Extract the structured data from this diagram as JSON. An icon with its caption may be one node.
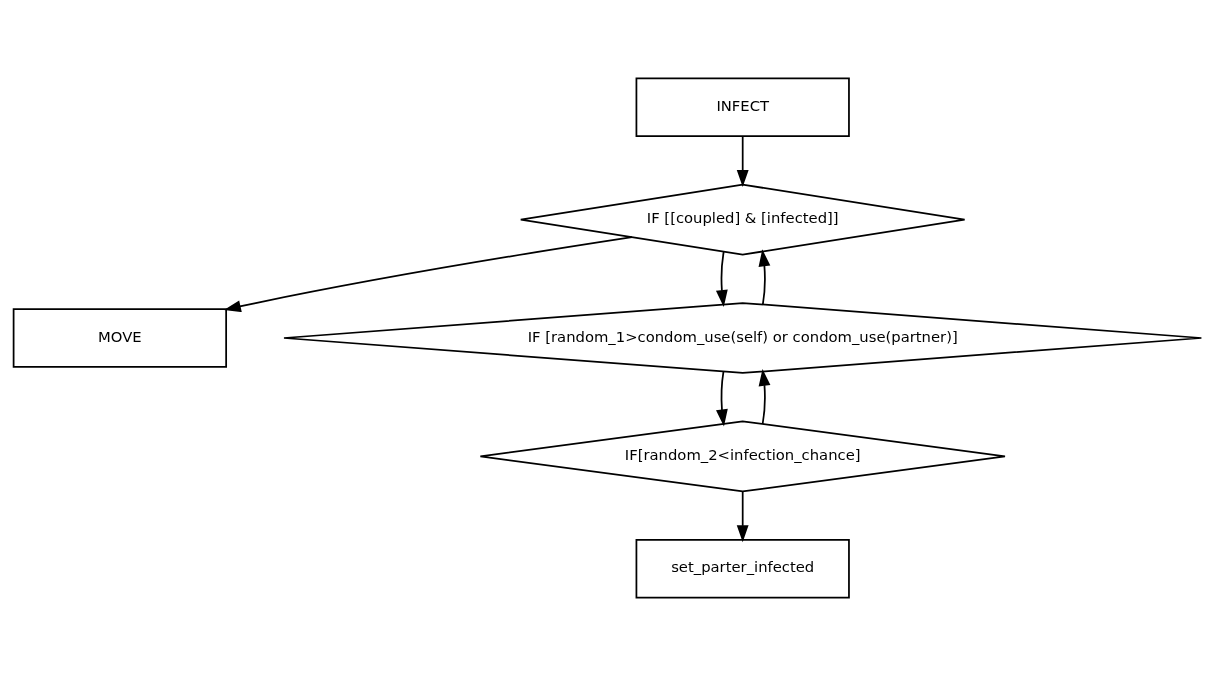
{
  "diagram": {
    "nodes": [
      {
        "text": [
          "INFECT"
        ]
      },
      {
        "text": [
          "IF [[coupled] & [infected]]"
        ]
      },
      {
        "text": [
          "MOVE"
        ]
      },
      {
        "text": [
          "IF [random_1>condom_use(self) or condom_use(partner)]"
        ]
      },
      {
        "text": [
          "IF[random_2<infection_chance]"
        ]
      },
      {
        "text": [
          "set_parter_infected"
        ]
      }
    ],
    "edges": [
      {
        "from": 0,
        "to": 1,
        "arrow": "to"
      },
      {
        "from": 1,
        "to": 2,
        "arrow": "to"
      },
      {
        "from": 1,
        "to": 3,
        "arrow": "to"
      },
      {
        "from": 3,
        "to": 1,
        "arrow": "to"
      },
      {
        "from": 3,
        "to": 4,
        "arrow": "to"
      },
      {
        "from": 4,
        "to": 3,
        "arrow": "to"
      },
      {
        "from": 4,
        "to": 5,
        "arrow": "to"
      }
    ]
  }
}
